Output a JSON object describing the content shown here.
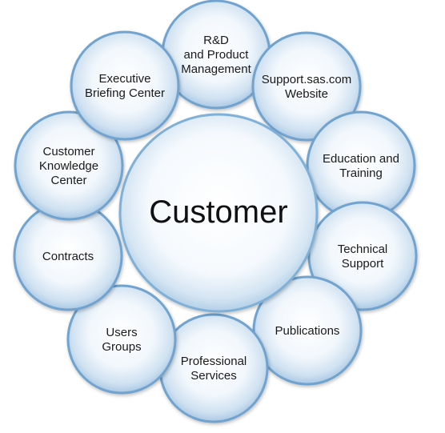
{
  "center": {
    "label": "Customer"
  },
  "nodes": [
    {
      "id": "rd",
      "lines": [
        "R&D",
        "and Product",
        "Management"
      ]
    },
    {
      "id": "support-site",
      "lines": [
        "Support.sas.com",
        "Website"
      ]
    },
    {
      "id": "education",
      "lines": [
        "Education and",
        "Training"
      ]
    },
    {
      "id": "technical-support",
      "lines": [
        "Technical",
        "Support"
      ]
    },
    {
      "id": "publications",
      "lines": [
        "Publications"
      ]
    },
    {
      "id": "professional-services",
      "lines": [
        "Professional",
        "Services"
      ]
    },
    {
      "id": "users-groups",
      "lines": [
        "Users",
        "Groups"
      ]
    },
    {
      "id": "contracts",
      "lines": [
        "Contracts"
      ]
    },
    {
      "id": "knowledge-center",
      "lines": [
        "Customer",
        "Knowledge",
        "Center"
      ]
    },
    {
      "id": "briefing-center",
      "lines": [
        "Executive",
        "Briefing Center"
      ]
    }
  ],
  "colors": {
    "ring": "#6fa3cf",
    "ring_dark": "#4f86b8",
    "fill_light": "#ffffff",
    "fill_edge": "#bcd6ec",
    "text": "#1a1a1a"
  }
}
